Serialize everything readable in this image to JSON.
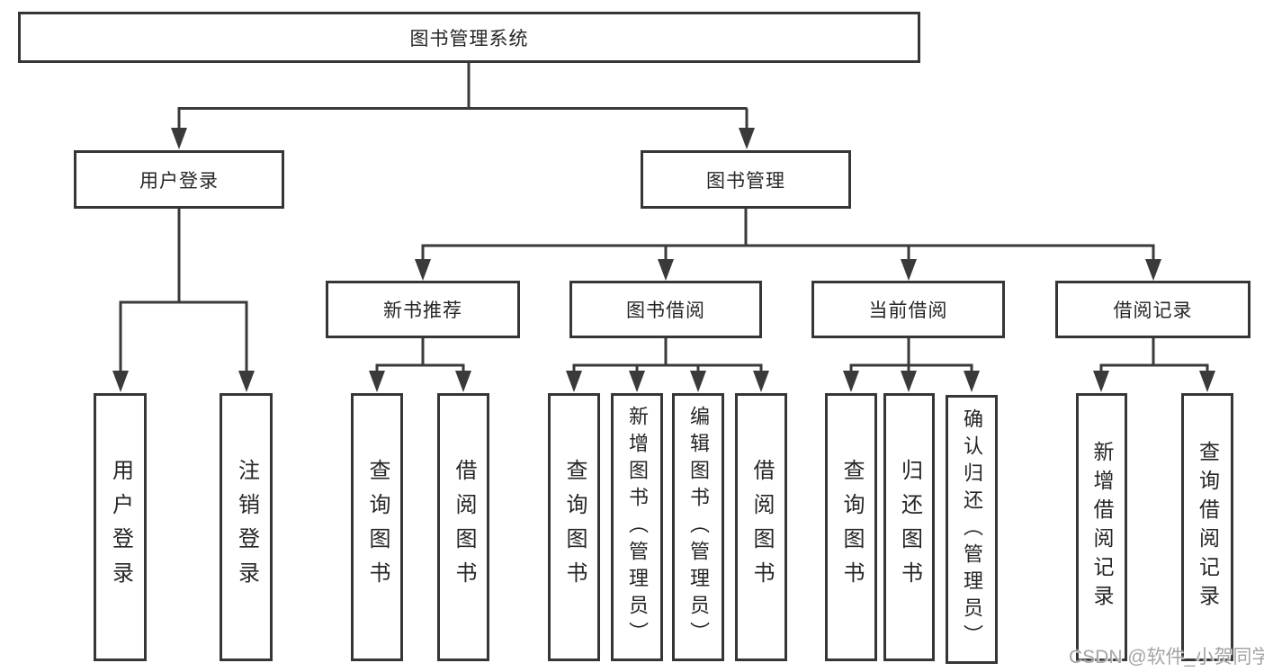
{
  "diagram": {
    "root": {
      "label": "图书管理系统"
    },
    "level2": [
      {
        "label": "用户登录",
        "children": [
          {
            "label": "用户登录"
          },
          {
            "label": "注销登录"
          }
        ]
      },
      {
        "label": "图书管理",
        "sections": [
          {
            "label": "新书推荐",
            "children": [
              {
                "label": "查询图书"
              },
              {
                "label": "借阅图书"
              }
            ]
          },
          {
            "label": "图书借阅",
            "children": [
              {
                "label": "查询图书"
              },
              {
                "label": "新增图书（管理员）"
              },
              {
                "label": "编辑图书（管理员）"
              },
              {
                "label": "借阅图书"
              }
            ]
          },
          {
            "label": "当前借阅",
            "children": [
              {
                "label": "查询图书"
              },
              {
                "label": "归还图书"
              },
              {
                "label": "确认归还（管理员）"
              }
            ]
          },
          {
            "label": "借阅记录",
            "children": [
              {
                "label": "新增借阅记录"
              },
              {
                "label": "查询借阅记录"
              }
            ]
          }
        ]
      }
    ]
  },
  "watermark": {
    "text": "CSDN @软件_小贺同学"
  },
  "colors": {
    "line": "#3a3a3a",
    "box_border": "#363636",
    "text": "#262626",
    "watermark": "#949494",
    "background": "#ffffff"
  }
}
